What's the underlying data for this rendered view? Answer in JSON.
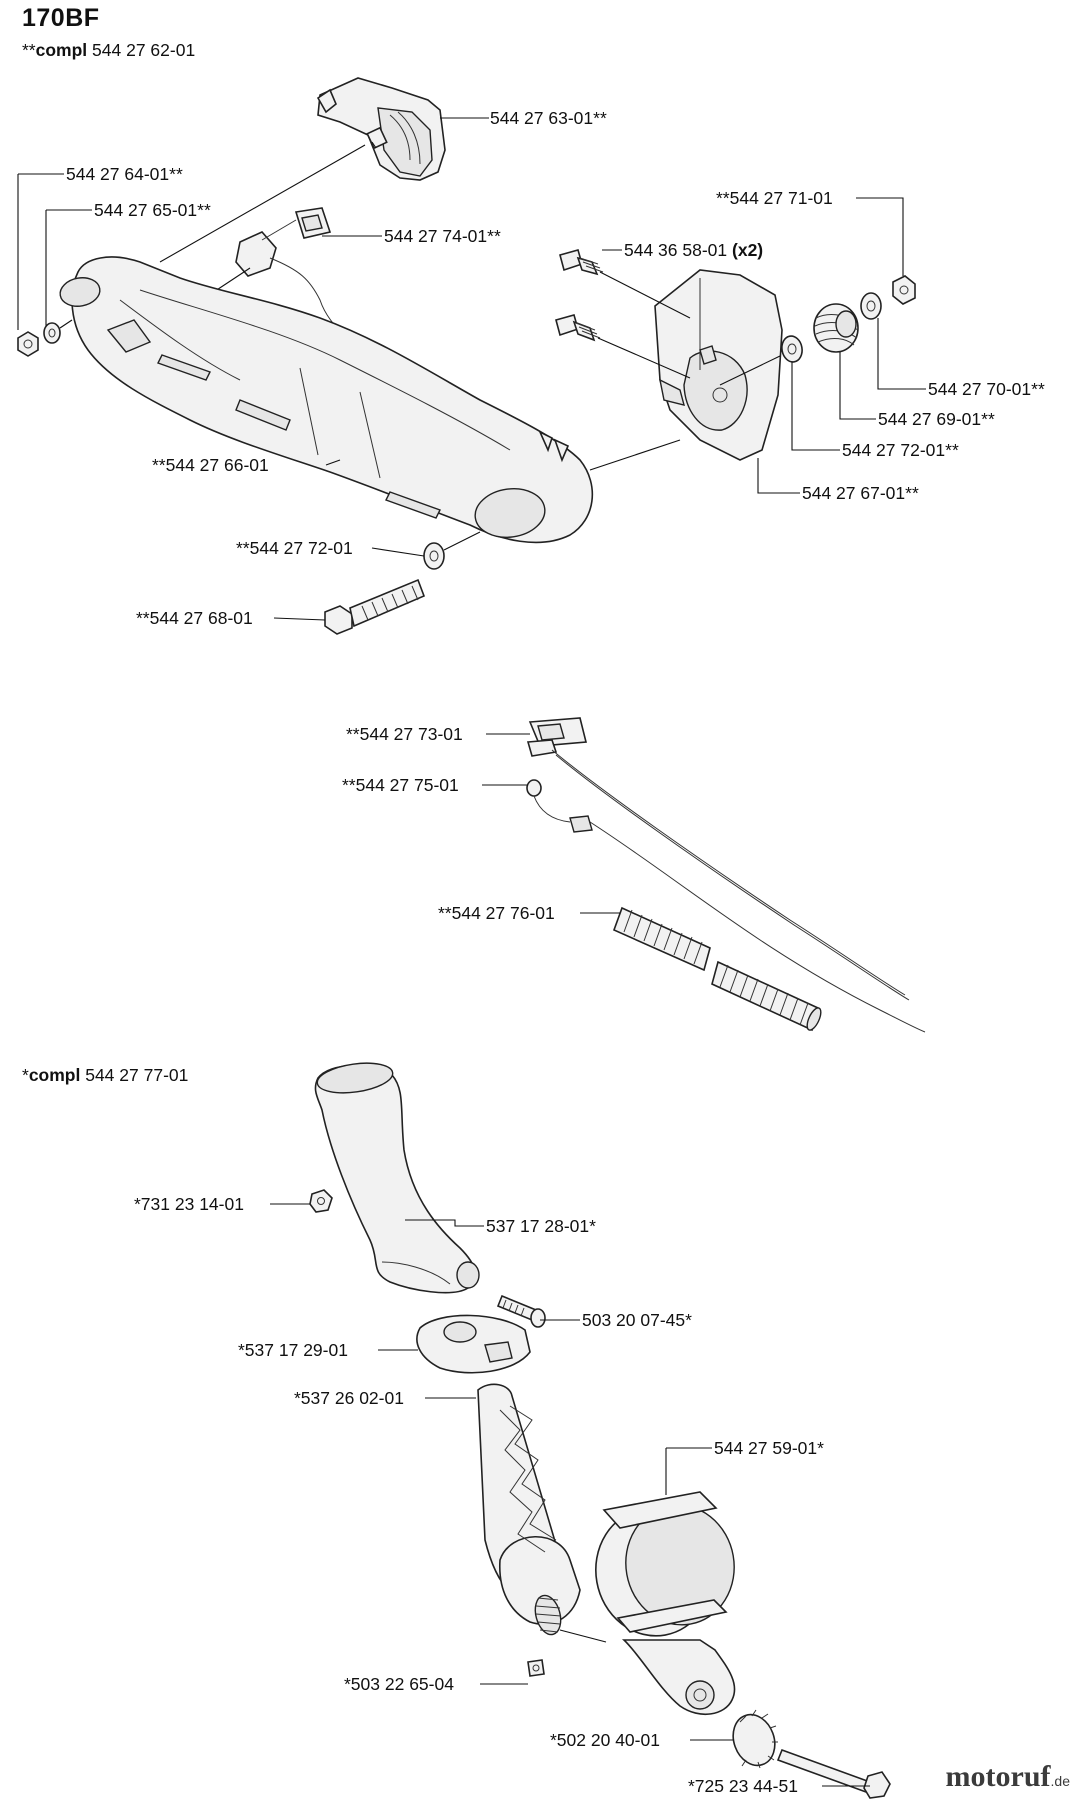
{
  "title": "170BF",
  "section1": {
    "prefix": "**",
    "bold": "compl",
    "number": " 544 27 62-01"
  },
  "section2": {
    "prefix": "*",
    "bold": "compl",
    "number": " 544 27 77-01"
  },
  "labels": {
    "p1": "544 27 63-01**",
    "p2": "544 27 64-01**",
    "p3": "544 27 65-01**",
    "p4": "544 27 74-01**",
    "p5": "**544 27 71-01",
    "p6": "544 36 58-01",
    "p6_qty": " (x2)",
    "p7": "544 27 70-01**",
    "p8": "544 27 69-01**",
    "p9": "544 27 72-01**",
    "p10": "**544 27 66-01",
    "p11": "544 27 67-01**",
    "p12": "**544 27 72-01",
    "p13": "**544 27 68-01",
    "p14": "**544 27 73-01",
    "p15": "**544 27 75-01",
    "p16": "**544 27 76-01",
    "p17": "*731 23 14-01",
    "p18": "537 17 28-01*",
    "p19": "503 20 07-45*",
    "p20": "*537 17 29-01",
    "p21": "*537 26 02-01",
    "p22": "544 27 59-01*",
    "p23": "*503 22 65-04",
    "p24": "*502 20 40-01",
    "p25": "*725 23 44-51"
  },
  "watermark": {
    "name": "motoruf",
    "tld": ".de"
  }
}
